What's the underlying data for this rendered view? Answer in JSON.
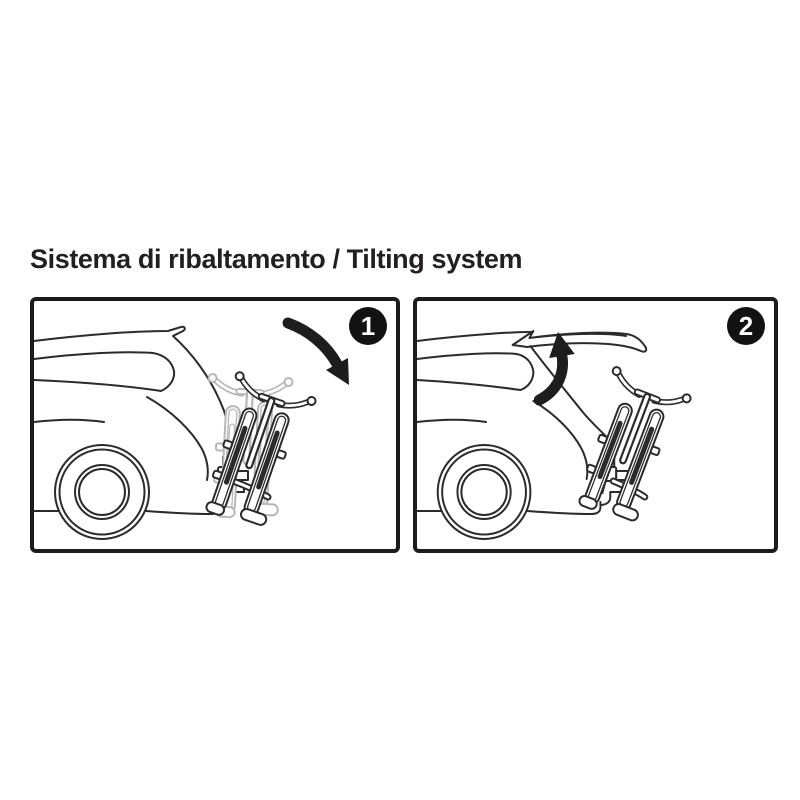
{
  "title": "Sistema di ribaltamento / Tilting system",
  "steps": [
    {
      "number": "1",
      "illustration": "car-rear-with-bike-rack-tilting-down-illustration",
      "arrow_icon": "curved-arrow-tilt-down-icon"
    },
    {
      "number": "2",
      "illustration": "car-rear-tailgate-open-with-bike-rack-tilted-illustration",
      "arrow_icon": "curved-arrow-tailgate-up-icon"
    }
  ],
  "colors": {
    "background": "#ffffff",
    "line": "#2b2b2b",
    "ghost_line": "#b7b7b7",
    "panel_border": "#1c1c1c",
    "badge_background": "#121212",
    "badge_text": "#ffffff",
    "title_text": "#231f20"
  }
}
